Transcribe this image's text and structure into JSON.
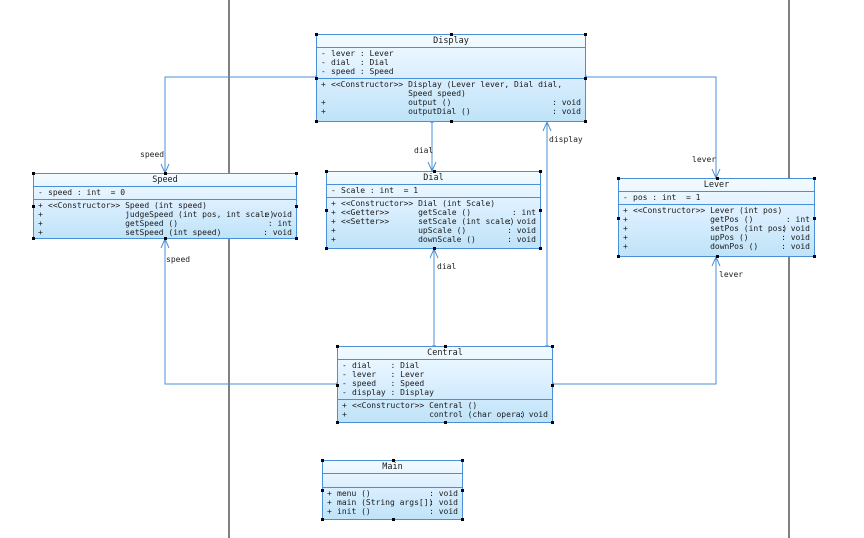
{
  "classes": [
    {
      "key": "display",
      "name": "Display",
      "attributes": [
        {
          "vis": "-",
          "text": "lever : Lever",
          "ret": ""
        },
        {
          "vis": "-",
          "text": "dial  : Dial",
          "ret": ""
        },
        {
          "vis": "-",
          "text": "speed : Speed",
          "ret": ""
        }
      ],
      "operations": [
        {
          "vis": "+",
          "text": "<<Constructor>> Display (Lever lever, Dial dial,",
          "ret": ""
        },
        {
          "vis": "",
          "text": "                Speed speed)",
          "ret": ""
        },
        {
          "vis": "+",
          "text": "                output ()",
          "ret": ": void"
        },
        {
          "vis": "+",
          "text": "                outputDial ()",
          "ret": ": void"
        }
      ]
    },
    {
      "key": "speed",
      "name": "Speed",
      "attributes": [
        {
          "vis": "-",
          "text": "speed : int  = 0",
          "ret": ""
        }
      ],
      "operations": [
        {
          "vis": "+",
          "text": "<<Constructor>> Speed (int speed)",
          "ret": ""
        },
        {
          "vis": "+",
          "text": "                judgeSpeed (int pos, int scale)",
          "ret": ": void"
        },
        {
          "vis": "+",
          "text": "                getSpeed ()",
          "ret": ": int"
        },
        {
          "vis": "+",
          "text": "                setSpeed (int speed)",
          "ret": ": void"
        }
      ]
    },
    {
      "key": "dial",
      "name": "Dial",
      "attributes": [
        {
          "vis": "-",
          "text": "Scale : int  = 1",
          "ret": ""
        }
      ],
      "operations": [
        {
          "vis": "+",
          "text": "<<Constructor>> Dial (int Scale)",
          "ret": ""
        },
        {
          "vis": "+",
          "text": "<<Getter>>      getScale ()",
          "ret": ": int"
        },
        {
          "vis": "+",
          "text": "<<Setter>>      setScale (int scale)",
          "ret": ": void"
        },
        {
          "vis": "+",
          "text": "                upScale ()",
          "ret": ": void"
        },
        {
          "vis": "+",
          "text": "                downScale ()",
          "ret": ": void"
        }
      ]
    },
    {
      "key": "lever",
      "name": "Lever",
      "attributes": [
        {
          "vis": "-",
          "text": "pos : int  = 1",
          "ret": ""
        }
      ],
      "operations": [
        {
          "vis": "+",
          "text": "<<Constructor>> Lever (int pos)",
          "ret": ""
        },
        {
          "vis": "+",
          "text": "                getPos ()",
          "ret": ": int"
        },
        {
          "vis": "+",
          "text": "                setPos (int pos)",
          "ret": ": void"
        },
        {
          "vis": "+",
          "text": "                upPos ()",
          "ret": ": void"
        },
        {
          "vis": "+",
          "text": "                downPos ()",
          "ret": ": void"
        }
      ]
    },
    {
      "key": "central",
      "name": "Central",
      "attributes": [
        {
          "vis": "-",
          "text": "dial    : Dial",
          "ret": ""
        },
        {
          "vis": "-",
          "text": "lever   : Lever",
          "ret": ""
        },
        {
          "vis": "-",
          "text": "speed   : Speed",
          "ret": ""
        },
        {
          "vis": "-",
          "text": "display : Display",
          "ret": ""
        }
      ],
      "operations": [
        {
          "vis": "+",
          "text": "<<Constructor>> Central ()",
          "ret": ""
        },
        {
          "vis": "+",
          "text": "                control (char opera)",
          "ret": ": void"
        }
      ]
    },
    {
      "key": "main",
      "name": "Main",
      "attributes": [],
      "operations": [
        {
          "vis": "+",
          "text": "menu ()",
          "ret": ": void"
        },
        {
          "vis": "+",
          "text": "main (String args[])",
          "ret": ": void"
        },
        {
          "vis": "+",
          "text": "init ()",
          "ret": ": void"
        }
      ]
    }
  ],
  "associations": [
    {
      "key": "display-speed",
      "label": "speed"
    },
    {
      "key": "display-dial",
      "label": "dial"
    },
    {
      "key": "display-lever",
      "label": "lever"
    },
    {
      "key": "central-display",
      "label": "display"
    },
    {
      "key": "central-speed",
      "label": "speed"
    },
    {
      "key": "central-dial",
      "label": "dial"
    },
    {
      "key": "central-lever",
      "label": "lever"
    }
  ],
  "colors": {
    "line": "#4a90d9",
    "box_border": "#4a90d9",
    "box_fill_top": "#f3fbff",
    "box_fill_bottom": "#bfe3f8",
    "handle": "#000000",
    "page_divider": "#000000"
  }
}
